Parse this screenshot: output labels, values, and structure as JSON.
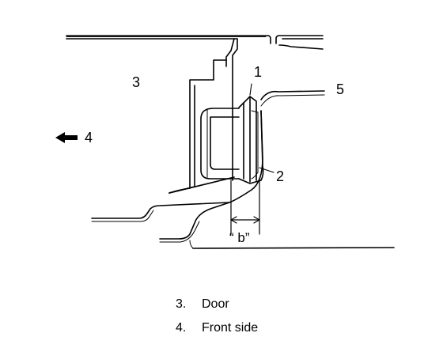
{
  "callouts": {
    "c1": "1",
    "c2": "2",
    "c3": "3",
    "c4": "4",
    "c5": "5"
  },
  "dimension": {
    "label": "“ b”"
  },
  "legend": [
    {
      "num": "3.",
      "text": "Door"
    },
    {
      "num": "4.",
      "text": "Front side"
    }
  ],
  "colors": {
    "ink": "#000000",
    "background": "#ffffff"
  },
  "icons": {
    "direction_arrow": "arrow-left-icon"
  }
}
